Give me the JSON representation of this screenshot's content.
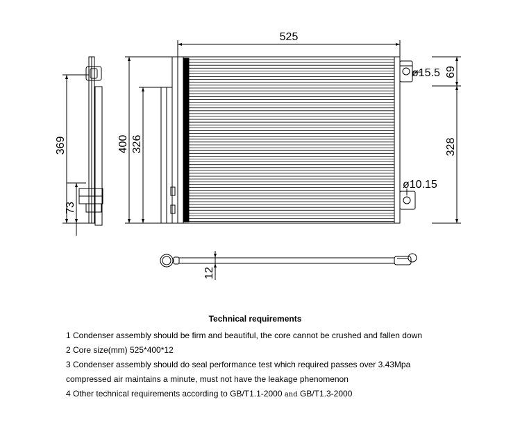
{
  "dimensions": {
    "width": "525",
    "height": "400",
    "core_height": "326",
    "side_height": "369",
    "side_lower": "73",
    "inlet_offset": "69",
    "port_spacing": "328",
    "inlet_diameter": "ø15.5",
    "outlet_diameter": "ø10.15",
    "thickness": "12"
  },
  "requirements": {
    "title": "Technical requirements",
    "item1": "1  Condenser assembly should be firm and beautiful, the core cannot be crushed and fallen down",
    "item2": "2  Core size(mm) 525*400*12",
    "item3a": "3  Condenser assembly should do seal performance test which required passes over 3.43Mpa",
    "item3b": "compressed air maintains a minute, must not have the leakage phenomenon",
    "item4_pre": "4 Other technical requirements according to GB/T1.1-2000",
    "item4_and": "and",
    "item4_post": "GB/T1.3-2000"
  }
}
